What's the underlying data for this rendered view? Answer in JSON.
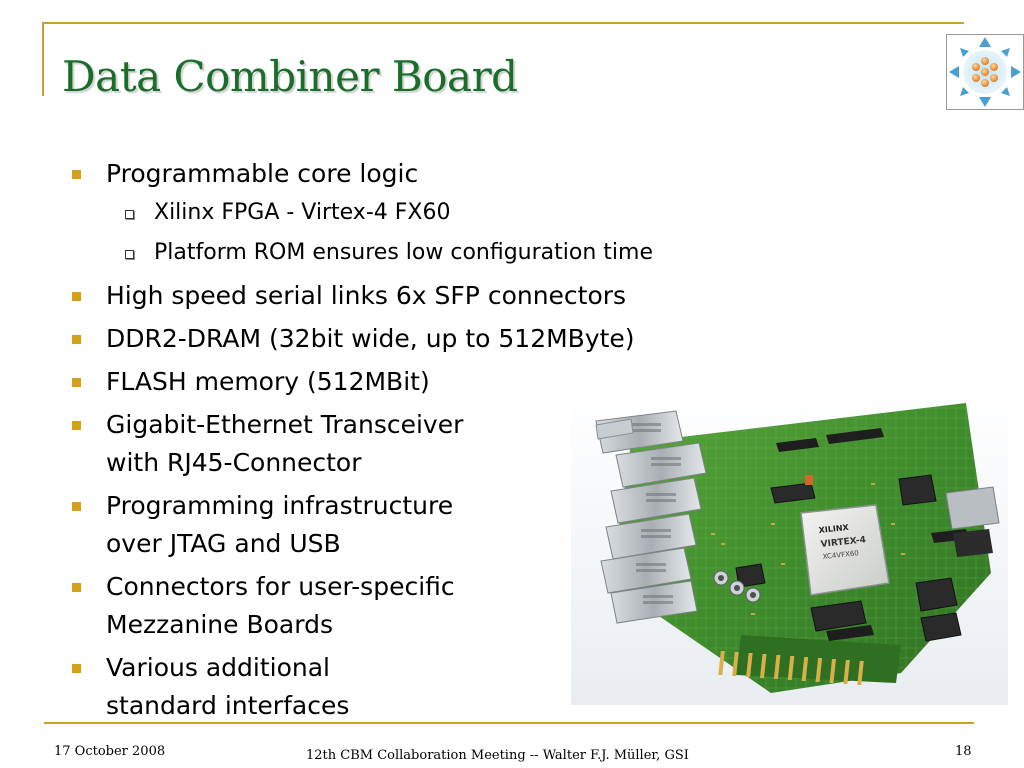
{
  "title": "Data Combiner Board",
  "bullets": [
    {
      "level": 1,
      "text": "Programmable core logic"
    },
    {
      "level": 2,
      "text": "Xilinx FPGA - Virtex-4 FX60"
    },
    {
      "level": 2,
      "text": "Platform ROM ensures low configuration time"
    },
    {
      "level": 1,
      "text": "High speed serial links 6x SFP connectors"
    },
    {
      "level": 1,
      "text": "DDR2-DRAM (32bit wide, up to 512MByte)"
    },
    {
      "level": 1,
      "text": "FLASH memory (512MBit)"
    },
    {
      "level": 1,
      "lines": [
        "Gigabit-Ethernet Transceiver",
        "with RJ45-Connector"
      ]
    },
    {
      "level": 1,
      "lines": [
        "Programming infrastructure",
        "over JTAG and USB"
      ]
    },
    {
      "level": 1,
      "lines": [
        "Connectors for user-specific",
        "Mezzanine Boards"
      ]
    },
    {
      "level": 1,
      "lines": [
        "Various additional",
        "standard interfaces"
      ]
    }
  ],
  "photo": {
    "chip_brand": "XILINX",
    "chip_family": "VIRTEX-4",
    "chip_part": "XC4VFX60"
  },
  "footer": {
    "date": "17 October 2008",
    "center": "12th CBM Collaboration Meeting -- Walter F.J. Müller, GSI",
    "page": "18"
  },
  "colors": {
    "title": "#1a6e2a",
    "accent": "#c9a227",
    "bullet": "#d4a017",
    "pcb": "#3d8a2c"
  },
  "icons": [
    "collaboration-logo-icon",
    "bullet-square-icon",
    "bullet-box-icon"
  ]
}
